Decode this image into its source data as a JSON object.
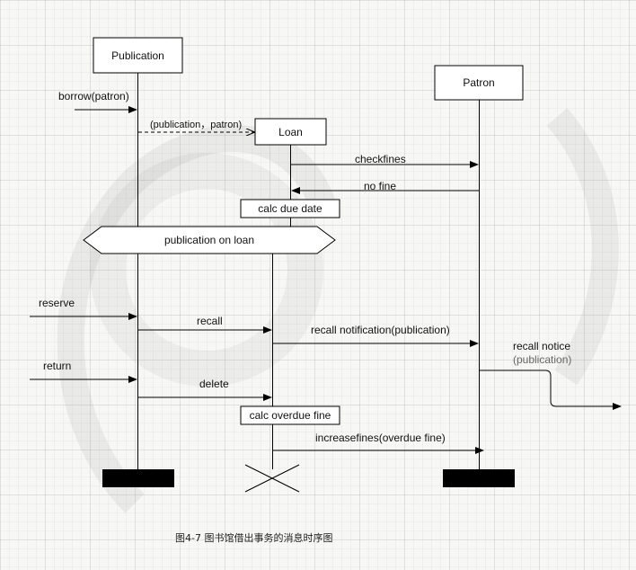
{
  "participants": {
    "publication": "Publication",
    "patron": "Patron",
    "loan": "Loan"
  },
  "messages": {
    "borrow": "borrow(patron)",
    "create_loan": "(publication，patron)",
    "checkfines": "checkfines",
    "no_fine": "no fine",
    "calc_due_date": "calc due date",
    "publication_on_loan": "publication on loan",
    "reserve": "reserve",
    "recall": "recall",
    "recall_notification": "recall notification(publication)",
    "recall_notice_line1": "recall notice",
    "recall_notice_line2": "(publication)",
    "return": "return",
    "delete": "delete",
    "calc_overdue_fine": "calc overdue fine",
    "increasefines": "increasefines(overdue fine)"
  },
  "caption": "图4-7 图书馆借出事务的消息时序图",
  "colors": {
    "line": "#000000",
    "box_fill": "#ffffff",
    "grid": "#e3e3e3"
  }
}
